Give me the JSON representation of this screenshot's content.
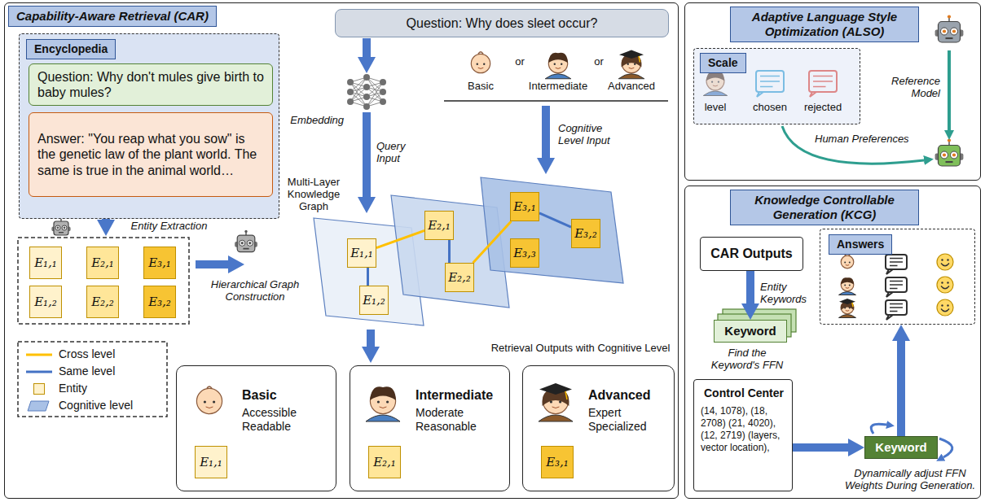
{
  "diagram": {
    "nodes": [
      {
        "text": [
          "Capability-Aware Retrieval (CAR)"
        ]
      },
      {
        "text": [
          "Encyclopedia"
        ],
        "in": 0
      },
      {
        "text": [
          "Question: Why don't mules give birth to baby mules?"
        ],
        "in": 1
      },
      {
        "text": [
          "Answer: \"You reap what you sow\" is the genetic law of the plant world. The same is true in the animal world…"
        ],
        "in": 1
      },
      {
        "text": [
          "E₁,₁"
        ],
        "in": 0
      },
      {
        "text": [
          "E₂,₁"
        ],
        "in": 0
      },
      {
        "text": [
          "E₃,₁"
        ],
        "in": 0
      },
      {
        "text": [
          "E₁,₂"
        ],
        "in": 0
      },
      {
        "text": [
          "E₂,₂"
        ],
        "in": 0
      },
      {
        "text": [
          "E₃,₂"
        ],
        "in": 0
      },
      {
        "text": [
          "Question: Why does sleet occur?"
        ],
        "in": 0
      },
      {
        "text": [
          "E₁,₁"
        ],
        "in": 0
      },
      {
        "text": [
          "E₁,₂"
        ],
        "in": 0
      },
      {
        "text": [
          "E₂,₁"
        ],
        "in": 0
      },
      {
        "text": [
          "E₂,₂"
        ],
        "in": 0
      },
      {
        "text": [
          "E₃,₁"
        ],
        "in": 0
      },
      {
        "text": [
          "E₃,₂"
        ],
        "in": 0
      },
      {
        "text": [
          "E₃,₃"
        ],
        "in": 0
      },
      {
        "text": [
          "Basic",
          "Accessible Readable"
        ],
        "in": 0
      },
      {
        "text": [
          "E₁,₁"
        ],
        "in": 18
      },
      {
        "text": [
          "Intermediate",
          "Moderate Reasonable"
        ],
        "in": 0
      },
      {
        "text": [
          "E₂,₁"
        ],
        "in": 20
      },
      {
        "text": [
          "Advanced",
          "Expert Specialized"
        ],
        "in": 0
      },
      {
        "text": [
          "E₃,₁"
        ],
        "in": 22
      },
      {
        "text": [
          "Adaptive Language Style Optimization (ALSO)"
        ]
      },
      {
        "text": [
          "Scale"
        ],
        "in": 24
      },
      {
        "text": [
          "Knowledge Controllable Generation (KCG)"
        ]
      },
      {
        "text": [
          "CAR Outputs"
        ],
        "in": 26
      },
      {
        "text": [
          "Keyword"
        ],
        "in": 26
      },
      {
        "text": [
          "Answers"
        ],
        "in": 26
      },
      {
        "text": [
          "Control Center",
          "(14, 1078), (18, 2708) (21, 4020), (12, 2719) (layers, vector location),"
        ],
        "in": 26
      },
      {
        "text": [
          "Keyword"
        ],
        "in": 26
      }
    ],
    "edges": [
      {
        "from": 11,
        "to": 13,
        "arrow": "none"
      },
      {
        "from": 13,
        "to": 14,
        "arrow": "none"
      },
      {
        "from": 14,
        "to": 15,
        "arrow": "none"
      },
      {
        "from": 15,
        "to": 16,
        "arrow": "none"
      },
      {
        "from": 11,
        "to": 12,
        "arrow": "none"
      },
      {
        "from": 27,
        "to": 28,
        "arrow": "to"
      },
      {
        "from": 30,
        "to": 31,
        "arrow": "to"
      },
      {
        "from": 31,
        "to": 29,
        "arrow": "to"
      }
    ],
    "labels": [
      "Entity Extraction",
      "Hierarchical Graph Construction",
      "Embedding",
      "Query Input",
      "Cognitive Level Input",
      "Basic",
      "or",
      "Intermediate",
      "or",
      "Advanced",
      "Multi-Layer Knowledge Graph",
      "Retrieval Outputs with Cognitive Level",
      "level",
      "chosen",
      "rejected",
      "Reference Model",
      "Human Preferences",
      "Entity Keywords",
      "Find the Keyword's FFN",
      "Dynamically adjust FFN Weights During Generation."
    ],
    "legend": [
      {
        "text": "Cross level"
      },
      {
        "text": "Same level"
      },
      {
        "text": "Entity",
        "color": "#fff2cc"
      },
      {
        "text": "Cognitive level"
      }
    ]
  }
}
